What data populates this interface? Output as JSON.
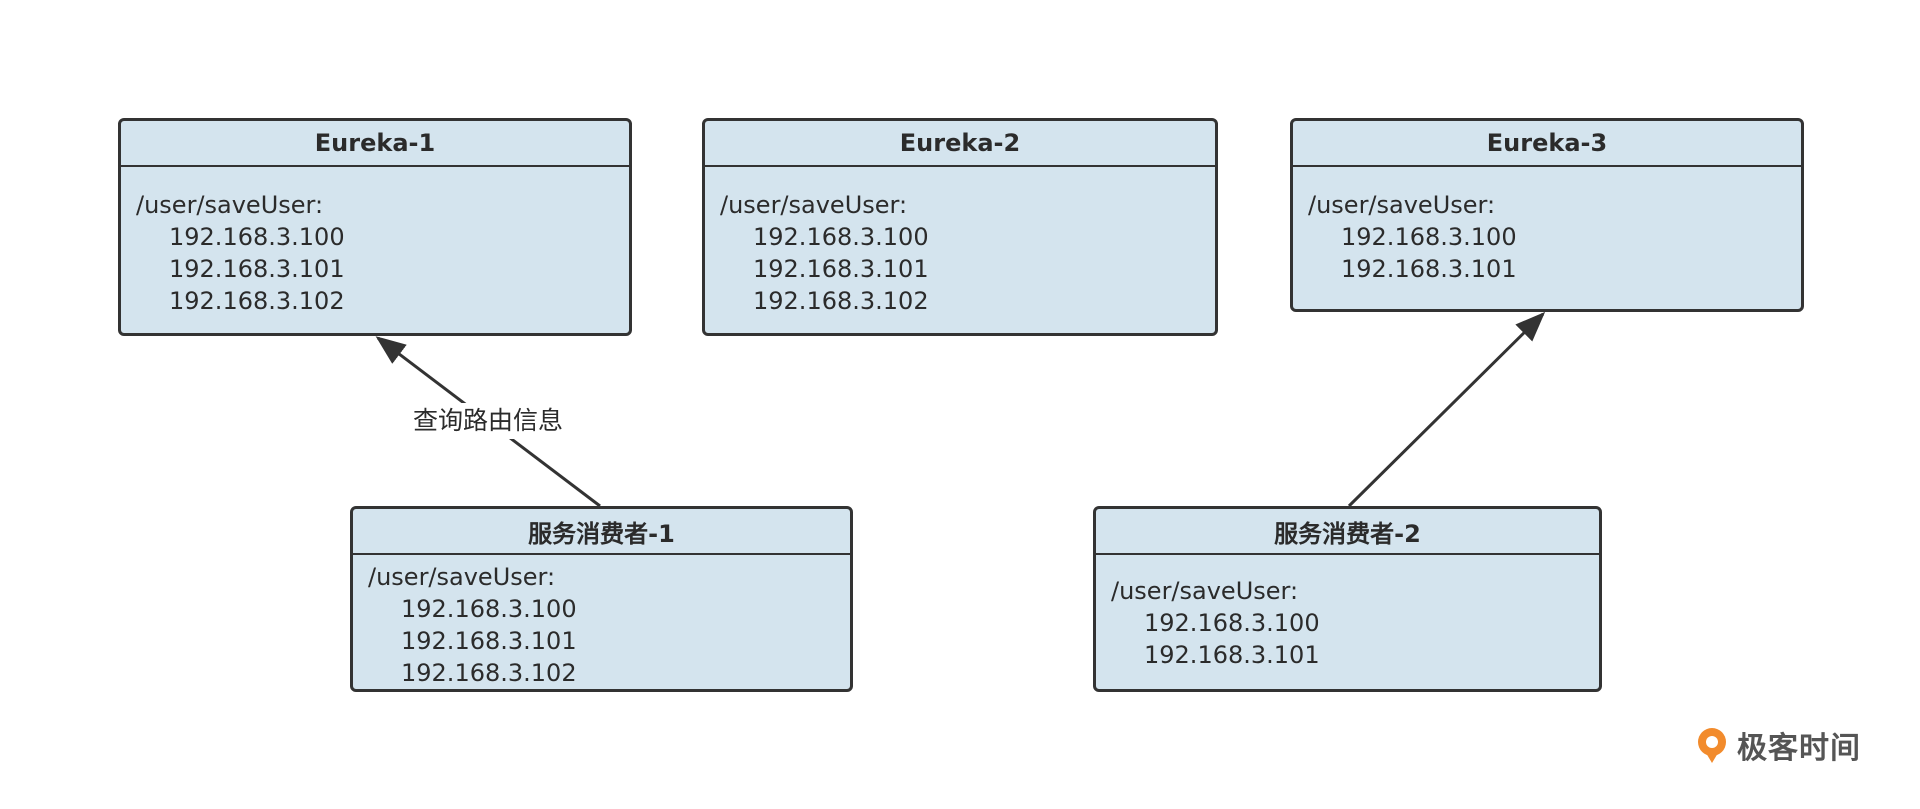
{
  "nodes": [
    {
      "title": "Eureka-1",
      "route": "/user/saveUser:",
      "ips": [
        "192.168.3.100",
        "192.168.3.101",
        "192.168.3.102"
      ]
    },
    {
      "title": "Eureka-2",
      "route": "/user/saveUser:",
      "ips": [
        "192.168.3.100",
        "192.168.3.101",
        "192.168.3.102"
      ]
    },
    {
      "title": "Eureka-3",
      "route": "/user/saveUser:",
      "ips": [
        "192.168.3.100",
        "192.168.3.101"
      ]
    },
    {
      "title": "服务消费者-1",
      "route": "/user/saveUser:",
      "ips": [
        "192.168.3.100",
        "192.168.3.101",
        "192.168.3.102"
      ]
    },
    {
      "title": "服务消费者-2",
      "route": "/user/saveUser:",
      "ips": [
        "192.168.3.100",
        "192.168.3.101"
      ]
    }
  ],
  "edges": [
    {
      "from": "服务消费者-1",
      "to": "Eureka-1",
      "label": "查询路由信息"
    },
    {
      "from": "服务消费者-2",
      "to": "Eureka-3",
      "label": ""
    }
  ],
  "logo": {
    "text": "极客时间",
    "icon": "geektime-logo-icon",
    "color": "#f28b2c"
  },
  "colors": {
    "node_fill": "#d4e4ee",
    "node_border": "#333333",
    "arrow": "#333333"
  }
}
